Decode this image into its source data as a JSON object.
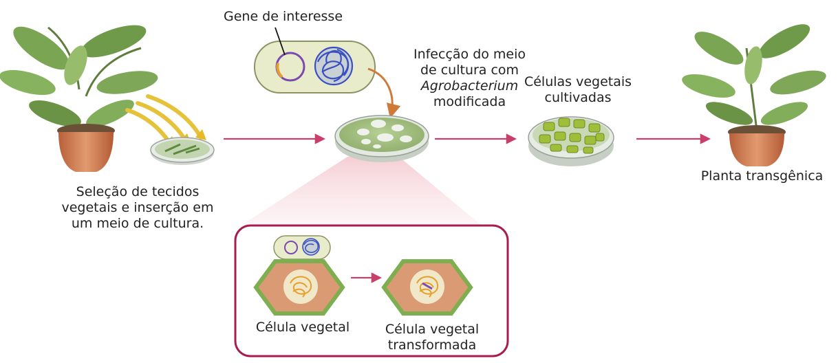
{
  "labels": {
    "gene": "Gene de interesse",
    "infection_l1": "Infecção do meio",
    "infection_l2": "de cultura com",
    "infection_l3": "Agrobacterium",
    "infection_l4": "modificada",
    "cultured_l1": "Células vegetais",
    "cultured_l2": "cultivadas",
    "selection_l1": "Seleção de tecidos",
    "selection_l2": "vegetais e inserção em",
    "selection_l3": "um meio de cultura.",
    "transgenic": "Planta transgênica",
    "plant_cell": "Célula vegetal",
    "transformed_l1": "Célula vegetal",
    "transformed_l2": "transformada"
  },
  "colors": {
    "arrow": "#c8406a",
    "inset_border": "#a81c50",
    "leaf": "#6f9a4a",
    "pot": "#c9774e",
    "medium": "#9bb978",
    "dna": "#3a4fc0",
    "plasmid": "#7a4ab0",
    "cell_wall": "#7dae4f",
    "cell_body": "#d99a74",
    "nucleus": "#f1e7c9",
    "chromatin": "#e5a02a"
  }
}
